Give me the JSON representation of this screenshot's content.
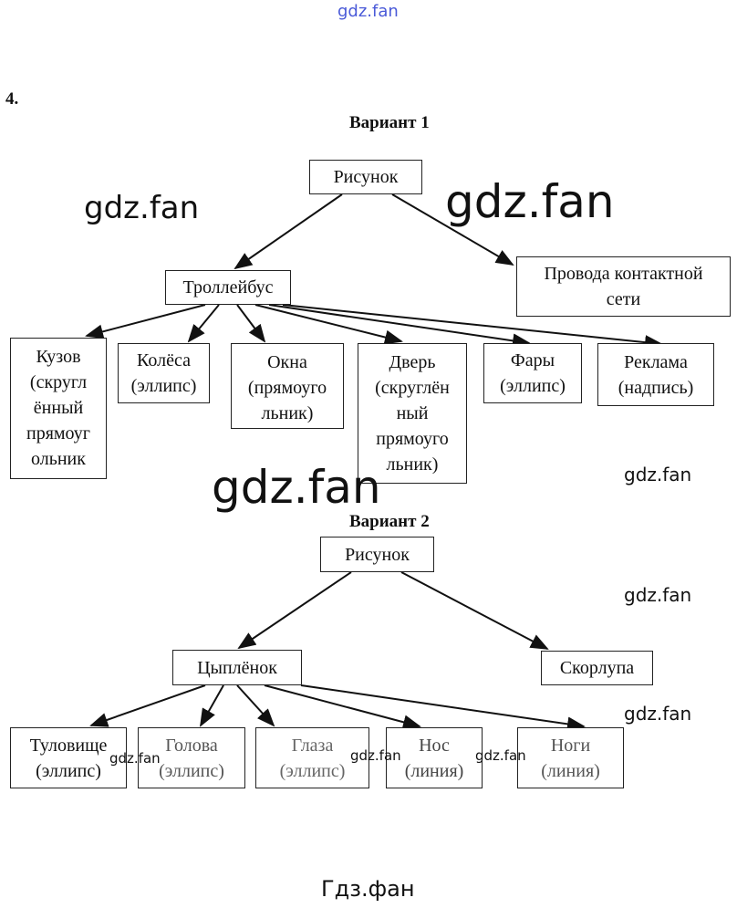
{
  "watermarks": {
    "top": "gdz.fan",
    "big1": "gdz.fan",
    "big2": "gdz.fan",
    "big3": "gdz.fan",
    "s1": "gdz.fan",
    "s2": "gdz.fan",
    "s3": "gdz.fan",
    "t1": "gdz.fan",
    "t2": "gdz.fan",
    "t3": "gdz.fan",
    "bottom": "Гдз.фан"
  },
  "task_number": "4.",
  "variant1": {
    "title": "Вариант 1",
    "root": "Рисунок",
    "trolleybus": "Троллейбус",
    "wires": "Провода контактной\nсети",
    "children": [
      "Кузов\n(скругл\nённый\nпрямоуг\nольник",
      "Колёса\n(эллипс)",
      "Окна\n(прямоуго\nльник)",
      "Дверь\n(скруглён\nный\nпрямоуго\nльник)",
      "Фары\n(эллипс)",
      "Реклама\n(надпись)"
    ]
  },
  "variant2": {
    "title": "Вариант 2",
    "root": "Рисунок",
    "chick": "Цыплёнок",
    "shell": "Скорлупа",
    "children": [
      "Туловище\n(эллипс)",
      "Голова\n(эллипс)",
      "Глаза\n(эллипс)",
      "Нос\n(линия)",
      "Ноги\n(линия)"
    ]
  }
}
